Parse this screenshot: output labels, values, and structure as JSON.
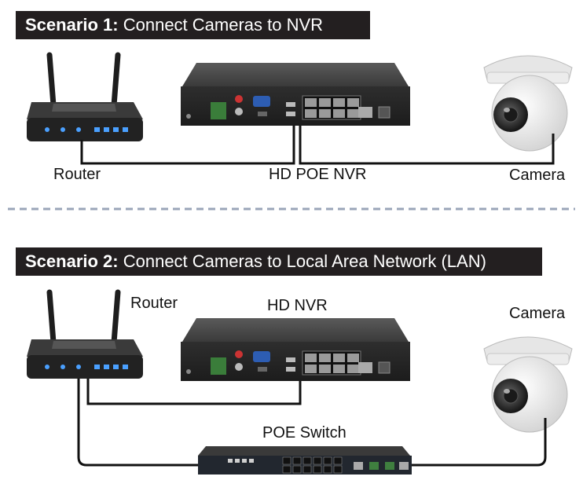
{
  "scenario1": {
    "title_bold": "Scenario 1:",
    "title_rest": " Connect Cameras to NVR",
    "router_label": "Router",
    "nvr_label": "HD POE NVR",
    "camera_label": "Camera"
  },
  "scenario2": {
    "title_bold": "Scenario 2:",
    "title_rest": " Connect Cameras to Local Area Network (LAN)",
    "router_label": "Router",
    "nvr_label": "HD NVR",
    "camera_label": "Camera",
    "switch_label": "POE Switch"
  },
  "colors": {
    "banner_bg": "#231f20",
    "cable": "#111111",
    "divider": "#9aa5b8",
    "device_body": "#2b2b2b",
    "camera_white": "#f2f2f2"
  }
}
